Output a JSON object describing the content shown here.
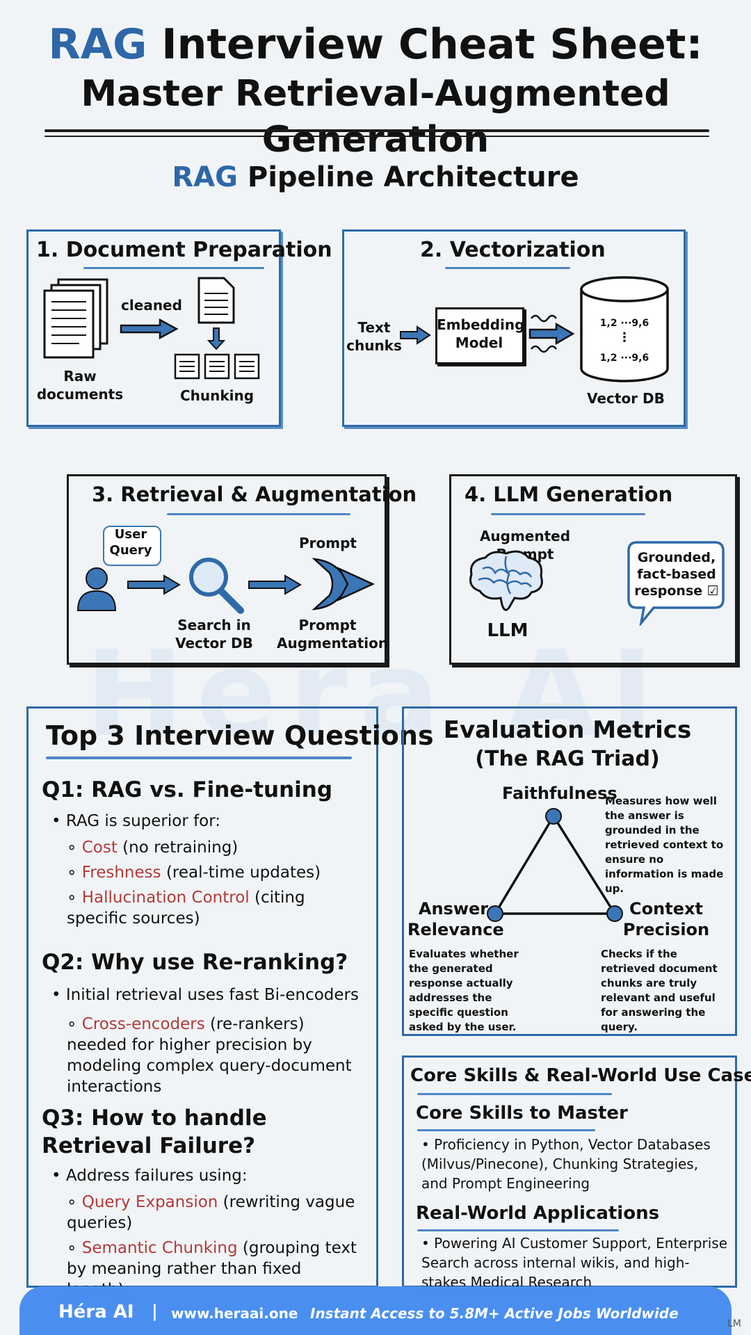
{
  "title": {
    "word": "RAG",
    "line1_rest": " Interview Cheat Sheet:",
    "line2": "Master Retrieval-Augmented Generation"
  },
  "pipeline": {
    "word": "RAG",
    "rest": " Pipeline Architecture"
  },
  "step1": {
    "title": "1. Document Preparation",
    "raw": "Raw\ndocuments",
    "cleaned": "cleaned",
    "chunking": "Chunking"
  },
  "step2": {
    "title": "2. Vectorization",
    "text_chunks": "Text\nchunks",
    "model": "Embedding\nModel",
    "vector_db": "Vector DB",
    "vec_row1": "1,2 ···9,6",
    "vec_row2": "1,2 ···9,6"
  },
  "step3": {
    "title": "3. Retrieval & Augmentation",
    "user_query": "User\nQuery",
    "search": "Search in\nVector DB",
    "prompt": "Prompt",
    "prompt_aug": "Prompt\nAugmentation"
  },
  "step4": {
    "title": "4. LLM Generation",
    "augmented": "Augmented Prompt",
    "llm": "LLM",
    "response": "Grounded,\nfact-based\nresponse ☑"
  },
  "watermark": "Hera AI",
  "questions": {
    "title": "Top 3 Interview Questions",
    "q1": {
      "title": "Q1: RAG vs. Fine-tuning",
      "bullet": "RAG is superior for:",
      "subs": [
        {
          "key": "Cost",
          "rest": " (no retraining)"
        },
        {
          "key": "Freshness",
          "rest": " (real-time updates)"
        },
        {
          "key": "Hallucination Control",
          "rest": " (citing specific sources)"
        }
      ]
    },
    "q2": {
      "title": "Q2: Why use Re-ranking?",
      "bullet": "Initial retrieval uses fast Bi-encoders",
      "subs": [
        {
          "key": "Cross-encoders",
          "rest": " (re-rankers) needed for higher precision by modeling complex query-document interactions"
        }
      ]
    },
    "q3": {
      "title": "Q3: How to handle Retrieval Failure?",
      "bullet": "Address failures using:",
      "subs": [
        {
          "key": "Query Expansion",
          "rest": " (rewriting vague queries)"
        },
        {
          "key": "Semantic Chunking",
          "rest": " (grouping text by meaning rather than fixed length)"
        }
      ]
    }
  },
  "metrics": {
    "title": "Evaluation Metrics",
    "subtitle": "(The RAG Triad)",
    "faithfulness": "Faithfulness",
    "faithfulness_desc": "Measures how well the answer is grounded in the retrieved context to ensure no information is made up.",
    "relevance": "Answer\nRelevance",
    "relevance_desc": "Evaluates whether the generated response actually addresses the specific question asked by the user.",
    "precision": "Context\nPrecision",
    "precision_desc": "Checks if the retrieved document chunks are truly relevant and useful for answering the query."
  },
  "skills": {
    "title": "Core Skills & Real-World Use Cases",
    "core_title": "Core Skills to Master",
    "core_text": "Proficiency in Python, Vector Databases (Milvus/Pinecone), Chunking Strategies, and Prompt Engineering",
    "apps_title": "Real-World Applications",
    "apps_text": "Powering AI Customer Support, Enterprise Search across internal wikis, and high-stakes Medical Research"
  },
  "corner_mark": "LM",
  "footer": {
    "brand": "Héra AI",
    "sep": "|",
    "url": "www.heraai.one",
    "tagline": "Instant Access to 5.8M+ Active Jobs Worldwide"
  },
  "colors": {
    "accent_blue": "#2d67a8",
    "highlight_red": "#b23a3a",
    "footer_blue": "#4a8ff0"
  }
}
